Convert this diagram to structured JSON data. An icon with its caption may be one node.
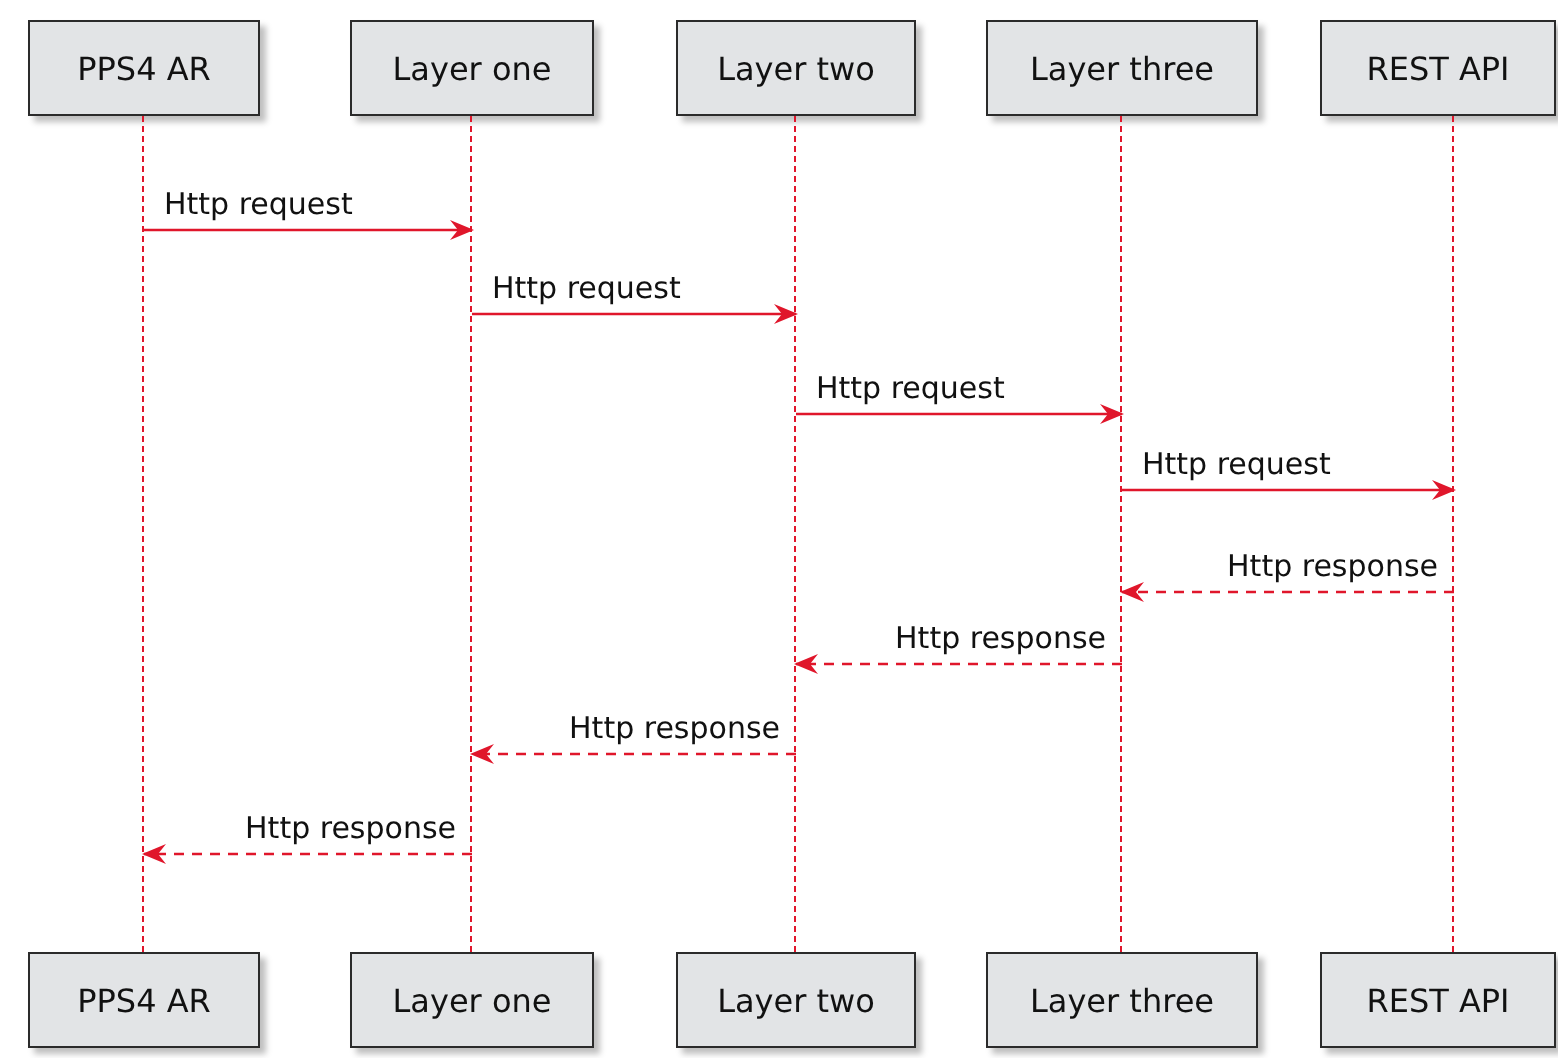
{
  "diagram": {
    "nodes": [
      {
        "text": [
          "PPS4 AR"
        ]
      },
      {
        "text": [
          "Layer one"
        ]
      },
      {
        "text": [
          "Layer two"
        ]
      },
      {
        "text": [
          "Layer three"
        ]
      },
      {
        "text": [
          "REST API"
        ]
      },
      {
        "text": [],
        "shape": "line"
      },
      {
        "text": [],
        "shape": "line"
      },
      {
        "text": [],
        "shape": "line"
      },
      {
        "text": [],
        "shape": "line"
      },
      {
        "text": [],
        "shape": "line"
      },
      {
        "text": [
          "PPS4 AR"
        ]
      },
      {
        "text": [
          "Layer one"
        ]
      },
      {
        "text": [
          "Layer two"
        ]
      },
      {
        "text": [
          "Layer three"
        ]
      },
      {
        "text": [
          "REST API"
        ]
      }
    ],
    "edges": [
      {
        "from": 5,
        "to": 6,
        "arrow": "to",
        "label": "Http request"
      },
      {
        "from": 6,
        "to": 7,
        "arrow": "to",
        "label": "Http request"
      },
      {
        "from": 7,
        "to": 8,
        "arrow": "to",
        "label": "Http request"
      },
      {
        "from": 8,
        "to": 9,
        "arrow": "to",
        "label": "Http request"
      },
      {
        "from": 9,
        "to": 8,
        "arrow": "to",
        "label": "Http response",
        "style": "dashed"
      },
      {
        "from": 8,
        "to": 7,
        "arrow": "to",
        "label": "Http response",
        "style": "dashed"
      },
      {
        "from": 7,
        "to": 6,
        "arrow": "to",
        "label": "Http response",
        "style": "dashed"
      },
      {
        "from": 6,
        "to": 5,
        "arrow": "to",
        "label": "Http response",
        "style": "dashed"
      }
    ]
  }
}
